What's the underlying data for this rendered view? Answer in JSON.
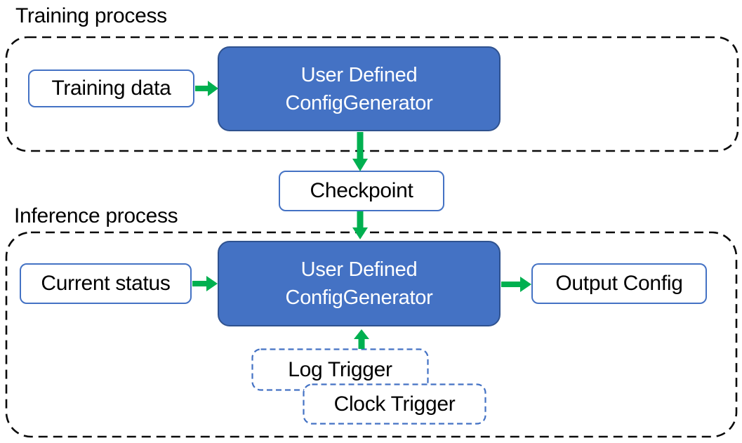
{
  "colors": {
    "blue_fill": "#4472C4",
    "blue_box_border": "#2F528F",
    "light_box_border": "#4472C4",
    "trigger_border": "#4472C4",
    "arrow_green": "#00B050",
    "container_border": "#0a0a0a",
    "text_dark": "#000000",
    "text_light": "#FFFFFF"
  },
  "titles": {
    "training": "Training process",
    "inference": "Inference process"
  },
  "boxes": {
    "training_data": "Training data",
    "generator_line1": "User Defined",
    "generator_line2": "ConfigGenerator",
    "checkpoint": "Checkpoint",
    "current_status": "Current status",
    "output_config": "Output Config",
    "log_trigger": "Log Trigger",
    "clock_trigger": "Clock Trigger"
  }
}
